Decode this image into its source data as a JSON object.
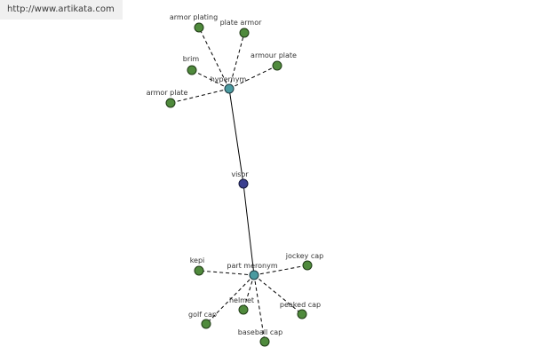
{
  "watermark": "http://www.artikata.com",
  "graph": {
    "root": "visor",
    "hubs": [
      "hypernym",
      "part meronym"
    ],
    "hypernym_terms": [
      "armor plating",
      "plate armor",
      "brim",
      "armour plate",
      "armor plate"
    ],
    "part_meronym_terms": [
      "kepi",
      "jockey cap",
      "helmet",
      "golf cap",
      "peaked cap",
      "baseball cap"
    ]
  }
}
